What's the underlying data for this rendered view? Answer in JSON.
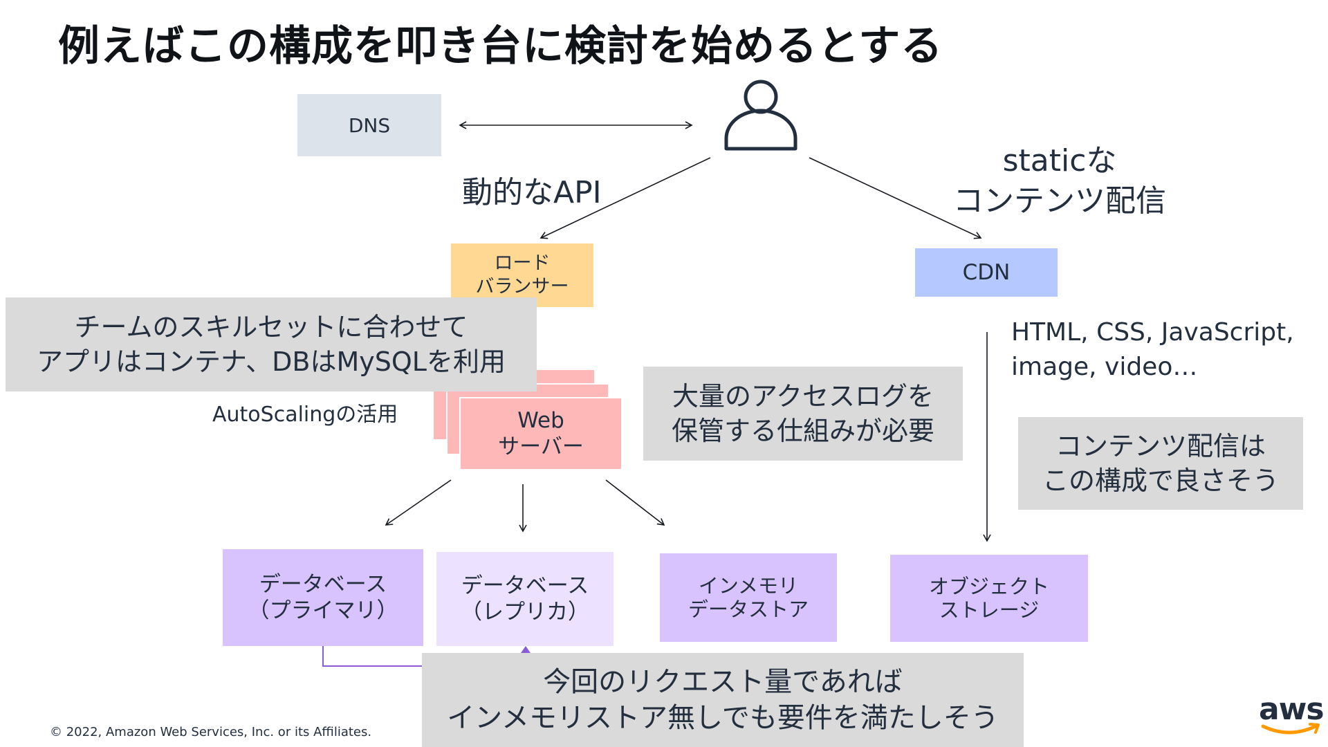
{
  "title": "例えばこの構成を叩き台に検討を始めるとする",
  "nodes": {
    "dns": "DNS",
    "load_balancer": "ロード\nバランサー",
    "web_server": "Web\nサーバー",
    "cdn": "CDN",
    "db_primary": "データベース\n（プライマリ）",
    "db_replica": "データベース\n（レプリカ）",
    "in_memory": "インメモリ\nデータストア",
    "object_storage": "オブジェクト\nストレージ"
  },
  "labels": {
    "dynamic_api": "動的なAPI",
    "static_content": "staticな\nコンテンツ配信",
    "content_types": "HTML, CSS, JavaScript,\nimage, video…",
    "autoscaling": "AutoScalingの活用"
  },
  "notes": {
    "team_skill": "チームのスキルセットに合わせて\nアプリはコンテナ、DBはMySQLを利用",
    "access_log": "大量のアクセスログを\n保管する仕組みが必要",
    "cdn_ok": "コンテンツ配信は\nこの構成で良さそう",
    "no_memory_store": "今回のリクエスト量であれば\nインメモリストア無しでも要件を満たしそう"
  },
  "footer": {
    "copyright": "© 2022, Amazon Web Services, Inc. or its Affiliates.",
    "logo_text": "aws"
  },
  "colors": {
    "dns": "#dde3ea",
    "load_balancer": "#ffd894",
    "web_server": "#ffb8b8",
    "cdn": "#b5c8ff",
    "db_primary": "#d8c3ff",
    "db_replica": "#ece2ff",
    "note": "#dadada",
    "connector_purple": "#8b5cd6",
    "aws_orange": "#ff9900"
  }
}
